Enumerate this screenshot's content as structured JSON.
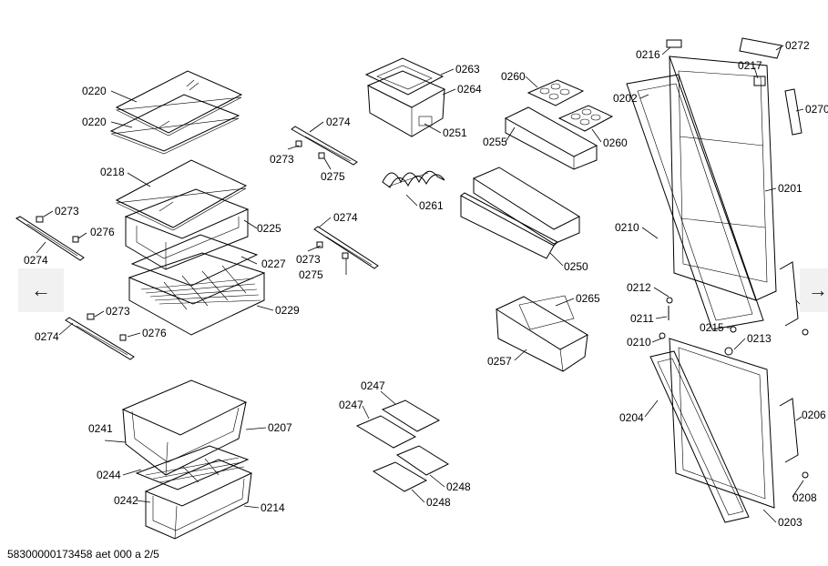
{
  "footer_text": "58300000173458 aet 000 a 2/5",
  "nav": {
    "prev_icon": "arrow-left-icon",
    "next_icon": "arrow-right-icon",
    "prev_glyph": "←",
    "next_glyph": "→"
  },
  "labels": [
    "0220",
    "0220",
    "0218",
    "0225",
    "0227",
    "0229",
    "0273",
    "0276",
    "0274",
    "0273",
    "0276",
    "0274",
    "0274",
    "0273",
    "0275",
    "0274",
    "0273",
    "0275",
    "0263",
    "0264",
    "0251",
    "0261",
    "0260",
    "0255",
    "0260",
    "0250",
    "0265",
    "0257",
    "0216",
    "0272",
    "0202",
    "0217",
    "0270",
    "0201",
    "0210",
    "0212",
    "0211",
    "0215",
    "0213",
    "0210",
    "0206",
    "0206",
    "0204",
    "0208",
    "0203",
    "0241",
    "0207",
    "0244",
    "0242",
    "0214",
    "0247",
    "0247",
    "0248",
    "0248"
  ]
}
